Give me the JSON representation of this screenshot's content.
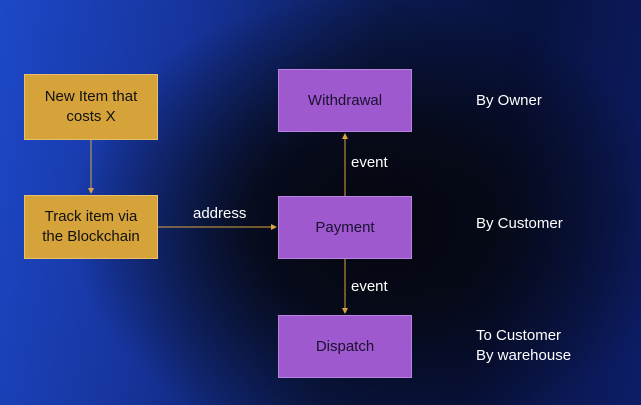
{
  "nodes": {
    "new_item": "New Item that\ncosts X",
    "track_item": "Track item via\nthe Blockchain",
    "withdrawal": "Withdrawal",
    "payment": "Payment",
    "dispatch": "Dispatch"
  },
  "edge_labels": {
    "address": "address",
    "event_up": "event",
    "event_down": "event"
  },
  "side_labels": {
    "by_owner": "By Owner",
    "by_customer": "By Customer",
    "to_customer_by_warehouse": "To Customer\nBy warehouse"
  },
  "colors": {
    "gold_box": "#d6a33a",
    "purple_box": "#9e59cf",
    "arrow": "#d9a441"
  }
}
